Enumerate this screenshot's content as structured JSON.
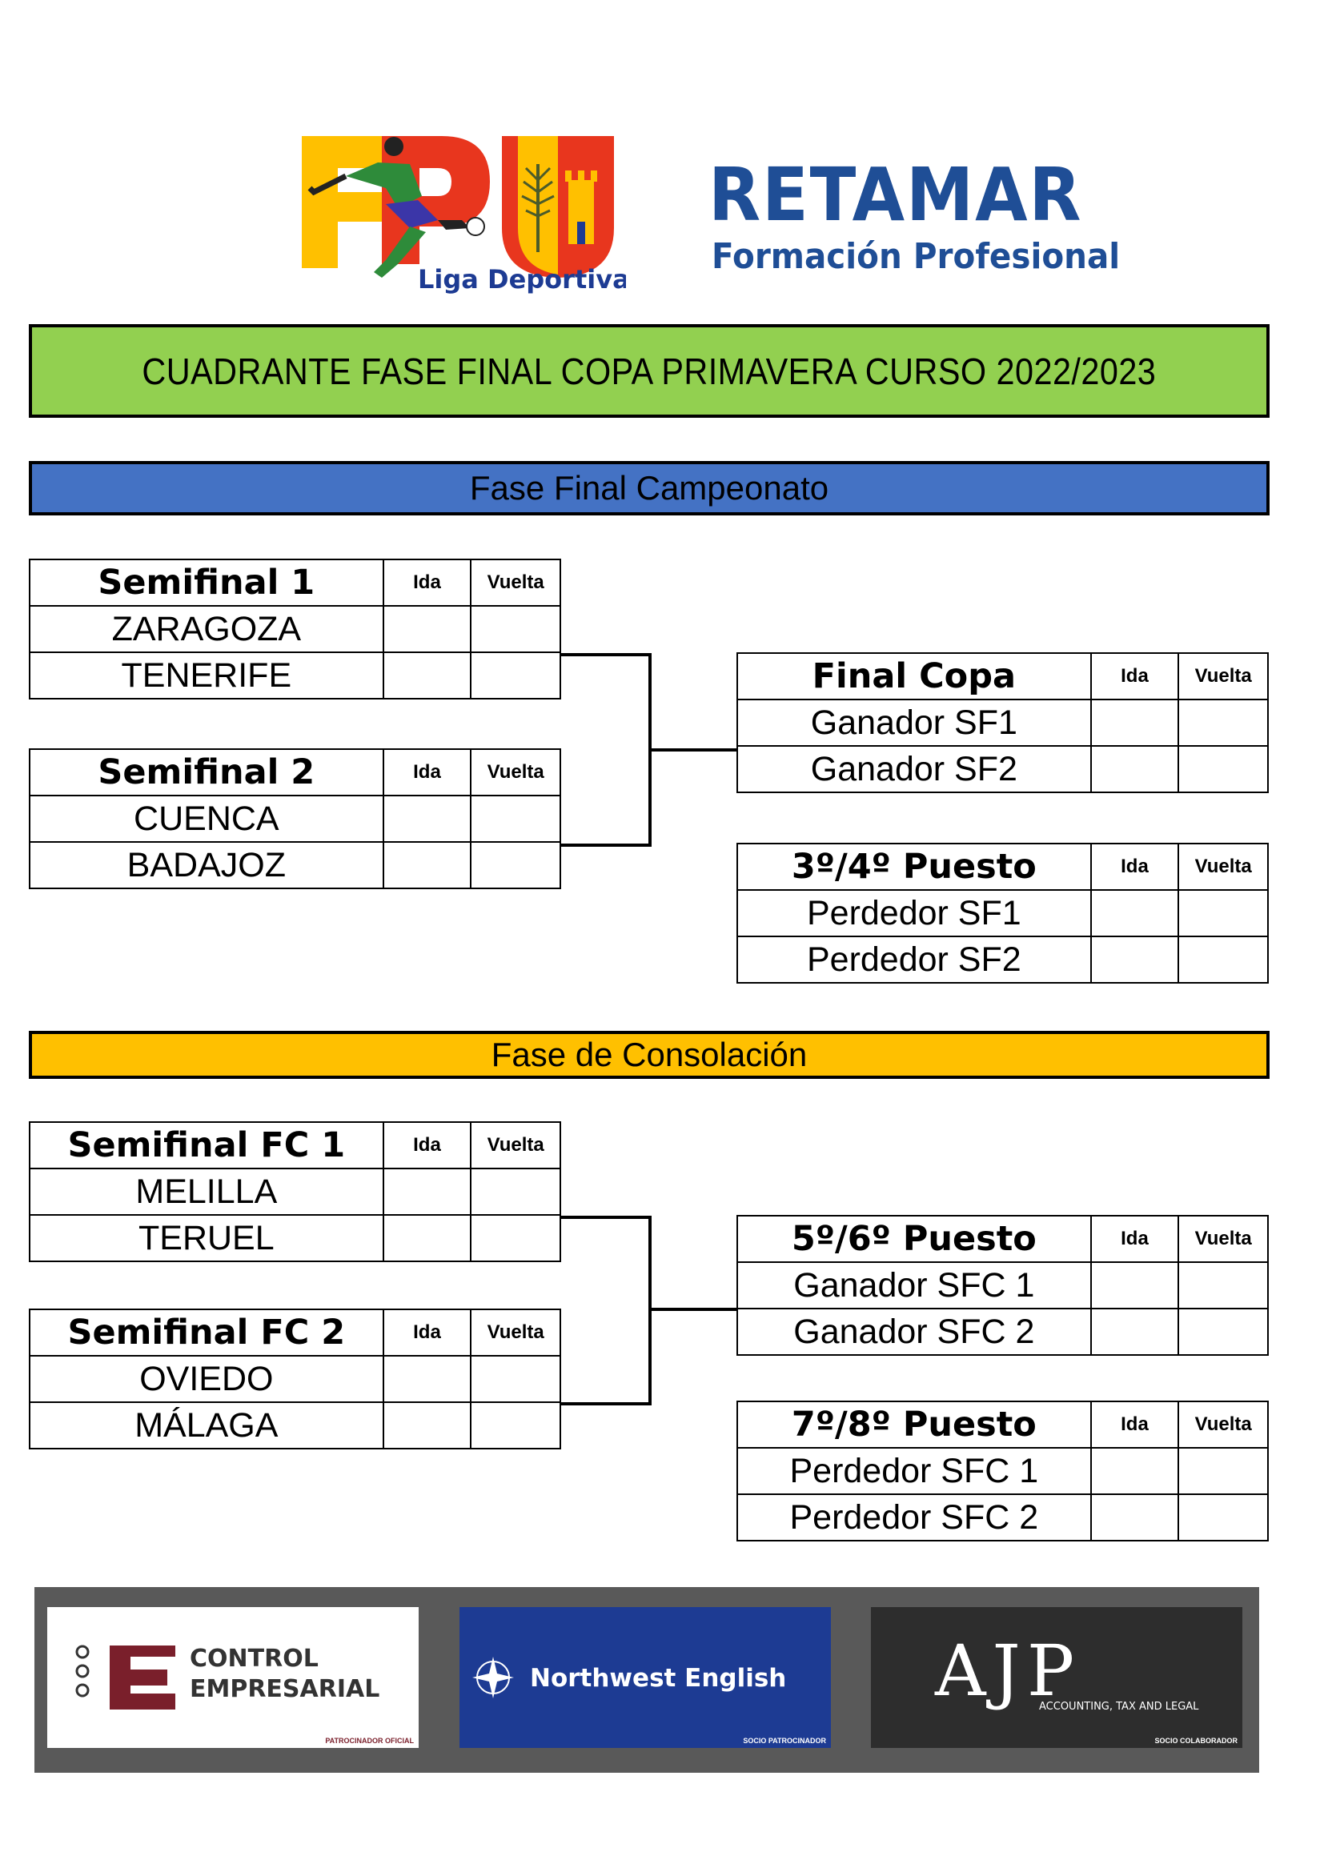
{
  "header": {
    "fpu_logo_letters": "FPU",
    "fpu_logo_sub": "Liga Deportiva",
    "retamar_title": "RETAMAR",
    "retamar_subtitle": "Formación Profesional"
  },
  "banner_main": "CUADRANTE FASE FINAL COPA PRIMAVERA CURSO 2022/2023",
  "banner_campeonato": "Fase Final Campeonato",
  "banner_consolacion": "Fase de Consolación",
  "col_ida": "Ida",
  "col_vuelta": "Vuelta",
  "matches": [
    {
      "title": "Semifinal 1",
      "teams": [
        "ZARAGOZA",
        "TENERIFE"
      ]
    },
    {
      "title": "Semifinal 2",
      "teams": [
        "CUENCA",
        "BADAJOZ"
      ]
    },
    {
      "title": "Final Copa",
      "teams": [
        "Ganador SF1",
        "Ganador SF2"
      ]
    },
    {
      "title": "3º/4º Puesto",
      "teams": [
        "Perdedor SF1",
        "Perdedor SF2"
      ]
    },
    {
      "title": "Semifinal FC 1",
      "teams": [
        "MELILLA",
        "TERUEL"
      ]
    },
    {
      "title": "Semifinal FC 2",
      "teams": [
        "OVIEDO",
        "MÁLAGA"
      ]
    },
    {
      "title": "5º/6º Puesto",
      "teams": [
        "Ganador SFC 1",
        "Ganador SFC 2"
      ]
    },
    {
      "title": "7º/8º Puesto",
      "teams": [
        "Perdedor SFC 1",
        "Perdedor SFC 2"
      ]
    }
  ],
  "sponsors": {
    "control": {
      "line1": "CONTROL",
      "line2": "EMPRESARIAL",
      "tag": "PATROCINADOR OFICIAL"
    },
    "northwest": {
      "name": "Northwest English",
      "tag": "SOCIO PATROCINADOR"
    },
    "ajp": {
      "name": "AJP",
      "sub": "ACCOUNTING, TAX AND LEGAL",
      "tag": "SOCIO COLABORADOR"
    }
  },
  "colors": {
    "main_banner": "#92d050",
    "campeonato_banner": "#4472c4",
    "consolacion_banner": "#ffc000",
    "retamar_blue": "#1f4e96"
  }
}
